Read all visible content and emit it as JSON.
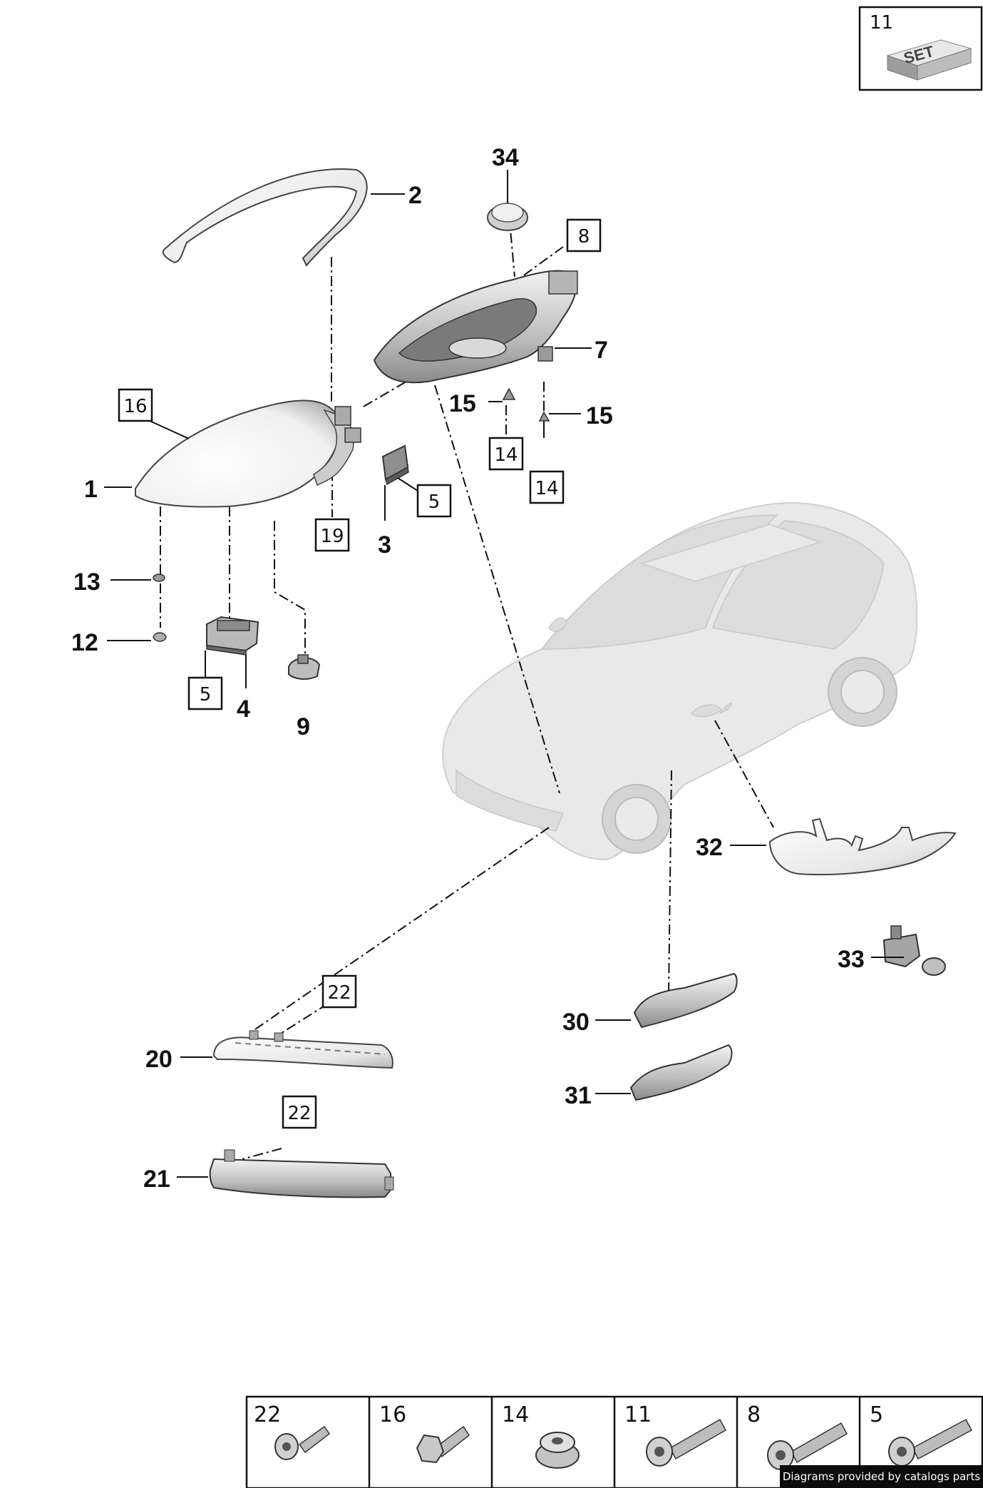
{
  "set_box": {
    "number": "11",
    "set_label": "SET"
  },
  "callouts": {
    "c1": "1",
    "c2": "2",
    "c3": "3",
    "c4": "4",
    "c7": "7",
    "c9": "9",
    "c12": "12",
    "c13": "13",
    "c15a": "15",
    "c15b": "15",
    "c20": "20",
    "c21": "21",
    "c30": "30",
    "c31": "31",
    "c32": "32",
    "c33": "33",
    "c34": "34"
  },
  "boxed_refs": {
    "b8": "8",
    "b16": "16",
    "b14a": "14",
    "b14b": "14",
    "b5a": "5",
    "b5b": "5",
    "b19": "19",
    "b22a": "22",
    "b22b": "22"
  },
  "legend": [
    {
      "number": "22",
      "icon": "torx-screw-small-icon"
    },
    {
      "number": "16",
      "icon": "hex-flange-bolt-icon"
    },
    {
      "number": "14",
      "icon": "nut-insert-icon"
    },
    {
      "number": "11",
      "icon": "torx-bolt-icon"
    },
    {
      "number": "8",
      "icon": "torx-bolt-icon"
    },
    {
      "number": "5",
      "icon": "torx-bolt-icon"
    }
  ],
  "footer": {
    "note": "Diagrams provided by catalogs parts"
  }
}
